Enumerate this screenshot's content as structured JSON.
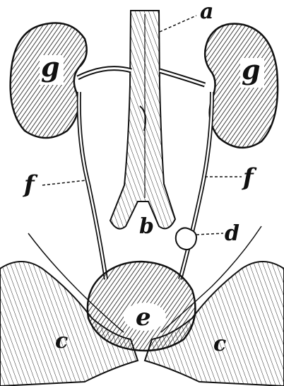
{
  "labels": {
    "a": "a",
    "b": "b",
    "c_left": "c",
    "c_right": "c",
    "d": "d",
    "e": "e",
    "f_left": "f",
    "f_right": "f",
    "g_left": "g",
    "g_right": "g"
  },
  "colors": {
    "ink": "#111111",
    "paper": "#ffffff"
  }
}
